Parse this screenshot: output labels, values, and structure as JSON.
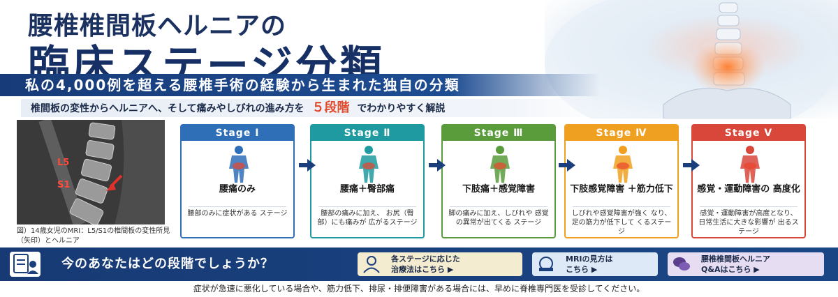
{
  "header": {
    "title_line1": "腰椎椎間板ヘルニアの",
    "title_line2": "臨床ステージ分類",
    "subtitle": "私の4,000例を超える腰椎手術の経験から生まれた独自の分類",
    "lead_prefix": "椎間板の変性からヘルニアへ、そして痛みやしびれの進み方を",
    "lead_highlight": "５段階",
    "lead_suffix": "でわかりやすく解説"
  },
  "mri": {
    "label_l5": "L5",
    "label_s1": "S1",
    "caption": "図）14歳女児のMRI：L5/S1の椎間板の変性所見（矢印）とヘルニア"
  },
  "stages": [
    {
      "head": "Stage Ⅰ",
      "name": "腰痛のみ",
      "desc": "腰部のみに症状がある ステージ",
      "color": "#2f6fb8"
    },
    {
      "head": "Stage Ⅱ",
      "name": "腰痛＋臀部痛",
      "desc": "腰部の痛みに加え、 お尻（臀部）にも痛みが 広がるステージ",
      "color": "#1f9aa0"
    },
    {
      "head": "Stage Ⅲ",
      "name": "下肢痛＋感覚障害",
      "desc": "脚の痛みに加え、しびれや 感覚の異常が出てくる ステージ",
      "color": "#5a9b3c"
    },
    {
      "head": "Stage Ⅳ",
      "name": "下肢感覚障害 ＋筋力低下",
      "desc": "しびれや感覚障害が強く なり、足の筋力が低下して くるステージ",
      "color": "#f0a020"
    },
    {
      "head": "Stage Ⅴ",
      "name": "感覚・運動障害の 高度化",
      "desc": "感覚・運動障害が高度となり、 日常生活に大きな影響が 出るステージ",
      "color": "#d9473b"
    }
  ],
  "bottom": {
    "question": "今のあなたはどの段階でしょうか？",
    "cta": [
      {
        "line1": "各ステージに応じた",
        "line2": "治療法はこちら ▶",
        "bg": "#f4ecd0",
        "icon": "doctor-icon"
      },
      {
        "line1": "MRIの見方は",
        "line2": "こちら ▶",
        "bg": "#dde9f6",
        "icon": "mri-scanner-icon"
      },
      {
        "line1": "腰椎椎間板ヘルニア",
        "line2": "Q&Aはこちら ▶",
        "bg": "#e6ddf2",
        "icon": "chat-bubbles-icon"
      }
    ],
    "footnote": "症状が急速に悪化している場合や、筋力低下、排尿・排便障害がある場合には、早めに脊椎専門医を受診してください。"
  },
  "colors": {
    "navy": "#173a74",
    "highlight": "#e04a2a"
  }
}
